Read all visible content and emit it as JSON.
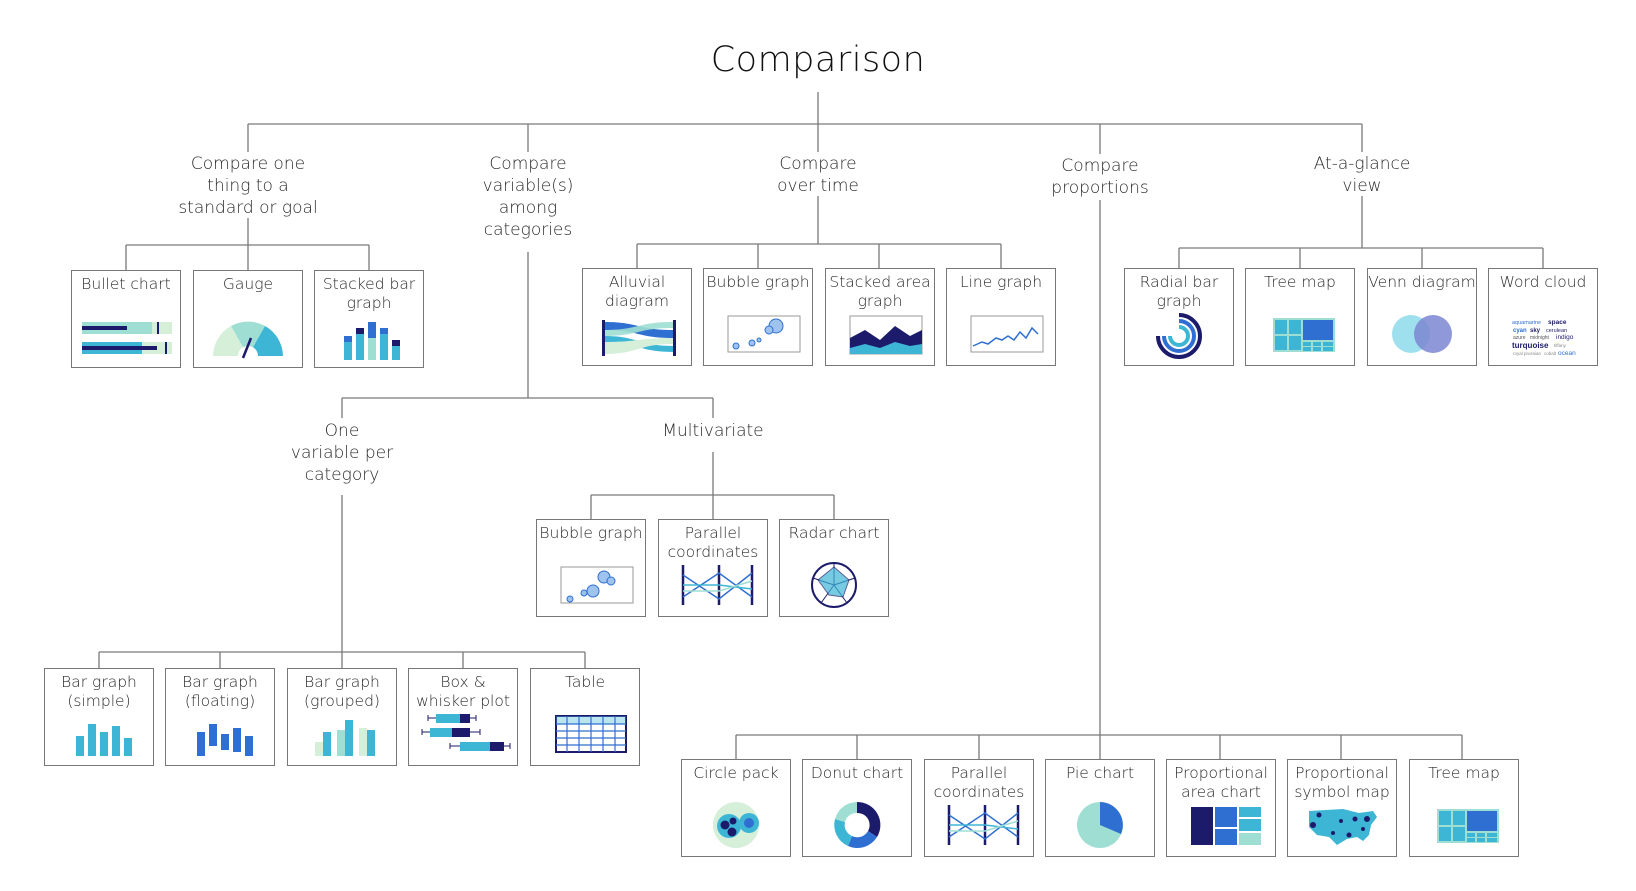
{
  "title": "Comparison",
  "branches": {
    "standard": "Compare one\nthing to a\nstandard or goal",
    "categories": "Compare\nvariable(s)\namong\ncategories",
    "time": "Compare\nover time",
    "proportions": "Compare\nproportions",
    "glance": "At-a-glance\nview",
    "one_variable": "One\nvariable per\ncategory",
    "multivariate": "Multivariate"
  },
  "cards": {
    "bullet_chart": "Bullet chart",
    "gauge": "Gauge",
    "stacked_bar": "Stacked bar\ngraph",
    "alluvial": "Alluvial\ndiagram",
    "bubble_time": "Bubble graph",
    "stacked_area": "Stacked area\ngraph",
    "line_graph": "Line graph",
    "radial_bar": "Radial bar\ngraph",
    "tree_map_glance": "Tree map",
    "venn": "Venn diagram",
    "word_cloud": "Word cloud",
    "bubble_multi": "Bubble graph",
    "parallel_multi": "Parallel\ncoordinates",
    "radar": "Radar chart",
    "bar_simple": "Bar graph\n(simple)",
    "bar_floating": "Bar graph\n(floating)",
    "bar_grouped": "Bar graph\n(grouped)",
    "box_whisker": "Box &\nwhisker plot",
    "table": "Table",
    "circle_pack": "Circle pack",
    "donut": "Donut chart",
    "parallel_prop": "Parallel\ncoordinates",
    "pie": "Pie chart",
    "prop_area": "Proportional\narea chart",
    "prop_symbol": "Proportional\nsymbol map",
    "tree_map_prop": "Tree map"
  },
  "word_cloud_words": [
    "aquamarine",
    "space",
    "cyan",
    "sky",
    "cerulean",
    "azure",
    "midnight",
    "indigo",
    "turquoise",
    "tiffany",
    "royal",
    "prussian",
    "cobalt",
    "ocean"
  ],
  "colors": {
    "navy": "#1c1b6b",
    "blue": "#2f6fd1",
    "cyan": "#3db6d6",
    "light": "#9fdfd3",
    "pale": "#d6efd9",
    "line": "#7a7a7a"
  }
}
